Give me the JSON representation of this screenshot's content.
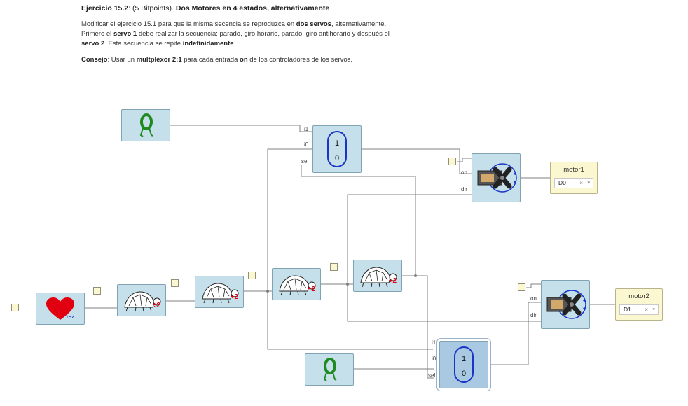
{
  "exercise": {
    "title_num": "Ejercicio 15.2",
    "title_points": ": (5 Bitpoints). ",
    "title_name": "Dos Motores en 4 estados, alternativamente",
    "line1_a": "Modificar el ejercicio 15.1 para que la misma secencia se reproduzca en ",
    "line1_b": "dos servos",
    "line1_c": ", alternativamente.",
    "line2_a": "Primero el ",
    "line2_b": "servo 1",
    "line2_c": " debe realizar la secuencia: parado, giro horario, parado, giro antihorario y después el",
    "line3_a": "servo 2",
    "line3_b": ". Esta secuencia se repite ",
    "line3_c": "indefinidamente",
    "tip_a": "Consejo",
    "tip_b": ": Usar un ",
    "tip_c": "multplexor 2:1",
    "tip_d": " para cada entrada ",
    "tip_e": "on",
    "tip_f": " de los controladores de los servos."
  },
  "diagram": {
    "heart_label": "1Hz",
    "divider_label": "÷2",
    "mux_top_value": "1",
    "mux_bottom_value": "0",
    "mux_pins": {
      "i1": "i1",
      "i0": "i0",
      "sel": "sel"
    },
    "servo_pins": {
      "on": "on",
      "dir": "dir"
    },
    "motor1": {
      "label": "motor1",
      "pin": "D0"
    },
    "motor2": {
      "label": "motor2",
      "pin": "D1"
    },
    "clear_symbol": "×",
    "dropdown_symbol": "▾",
    "icons": [
      "heart-icon",
      "turtle-icon",
      "constant-zero-icon",
      "servo-icon",
      "switch-icon"
    ],
    "colors": {
      "block": "#c5e0ea",
      "block_border": "#7fa3b3",
      "selected_block": "#a9c9e2",
      "wire": "#808080",
      "mux_oval": "#1a34c7",
      "heart": "#e10010",
      "motor_panel": "#fbf7d0",
      "zero_green": "#1f8a1f"
    }
  }
}
